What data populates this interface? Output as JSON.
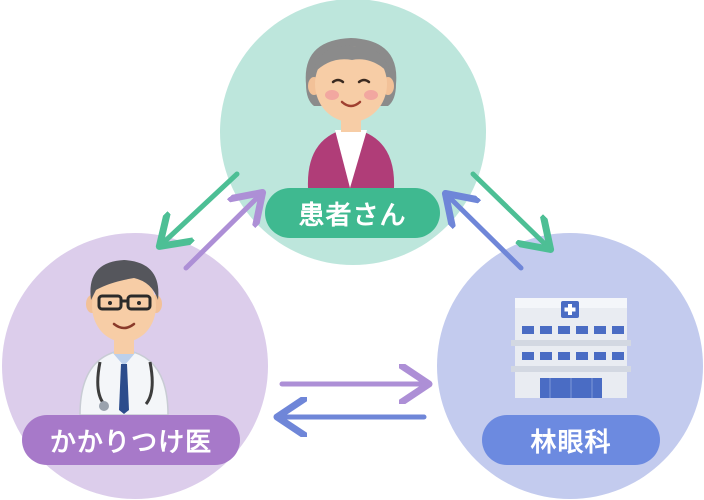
{
  "nodes": {
    "patient": {
      "label": "患者さん",
      "circle_color": "#bde6dc",
      "pill_color": "#3fb990"
    },
    "doctor": {
      "label": "かかりつけ医",
      "circle_color": "#dccdeb",
      "pill_color": "#a779c9"
    },
    "clinic": {
      "label": "林眼科",
      "circle_color": "#c3cbee",
      "pill_color": "#6c8ae0"
    }
  },
  "arrows": {
    "green": "#4dbf95",
    "purple": "#ad8fd6",
    "blue": "#6f86d8"
  },
  "icons": {
    "patient": "elderly-woman-icon",
    "doctor": "doctor-icon",
    "clinic": "hospital-building-icon"
  }
}
